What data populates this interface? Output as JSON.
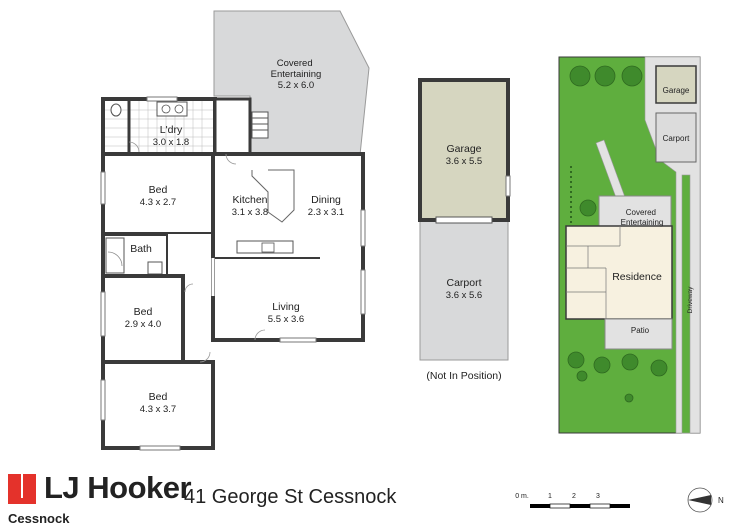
{
  "plan": {
    "rooms": {
      "covered_entertaining": {
        "name": "Covered\nEntertaining",
        "dim": "5.2 x 6.0"
      },
      "laundry": {
        "name": "L'dry",
        "dim": "3.0 x 1.8"
      },
      "bed1": {
        "name": "Bed",
        "dim": "4.3 x 2.7"
      },
      "kitchen": {
        "name": "Kitchen",
        "dim": "3.1 x 3.8"
      },
      "dining": {
        "name": "Dining",
        "dim": "2.3 x 3.1"
      },
      "bath": {
        "name": "Bath"
      },
      "bed2": {
        "name": "Bed",
        "dim": "2.9 x 4.0"
      },
      "living": {
        "name": "Living",
        "dim": "5.5 x 3.6"
      },
      "bed3": {
        "name": "Bed",
        "dim": "4.3 x 3.7"
      }
    },
    "outbuilding": {
      "garage": {
        "name": "Garage",
        "dim": "3.6 x 5.5"
      },
      "carport": {
        "name": "Carport",
        "dim": "3.6 x 5.6"
      },
      "note": "(Not In Position)"
    }
  },
  "site": {
    "garage": "Garage",
    "carport": "Carport",
    "covered_entertaining": "Covered\nEntertaining",
    "residence": "Residence",
    "patio": "Patio",
    "driveway": "Driveway"
  },
  "scale": {
    "labels": [
      "0 m.",
      "1",
      "2",
      "3"
    ]
  },
  "compass": {
    "label": "N"
  },
  "brand": {
    "name": "LJ Hooker",
    "office": "Cessnock",
    "accent": "#e4322b"
  },
  "address": "41 George St Cessnock",
  "colors": {
    "wall": "#3a3a3a",
    "outdoor": "#d8d9da",
    "garage": "#d6d6c0",
    "floor": "#ffffff",
    "residence": "#f7f1e0",
    "lawn": "#5fae3e",
    "tree": "#3f8a2c",
    "pavement": "#e2e2e2"
  }
}
